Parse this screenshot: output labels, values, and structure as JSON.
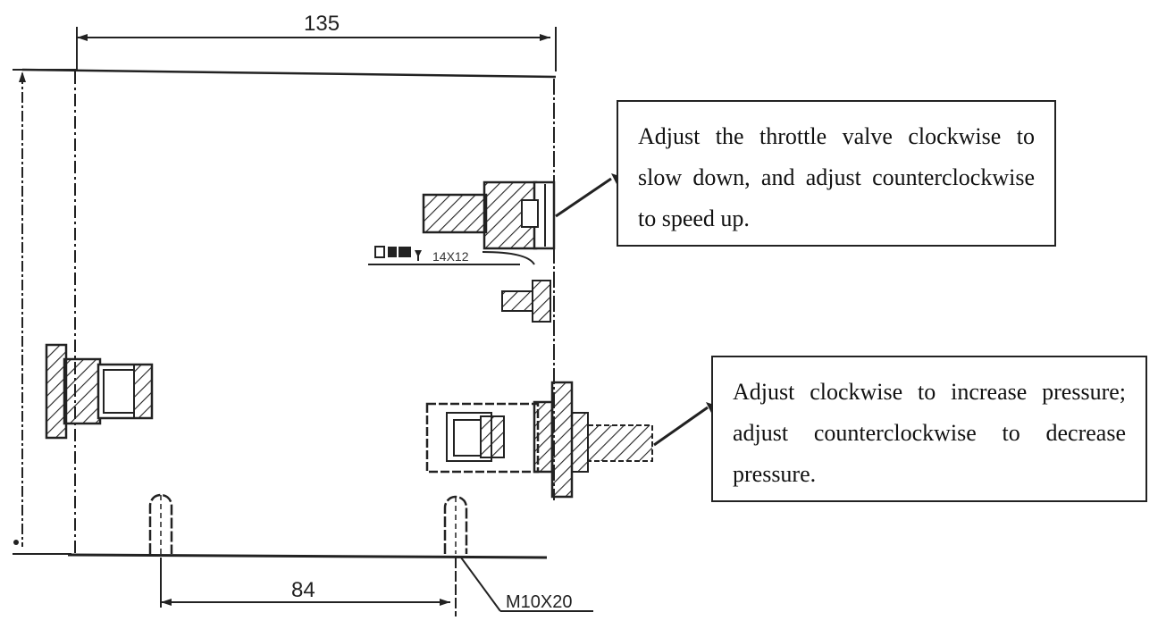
{
  "dimensions": {
    "width_label": "135",
    "hole_spacing_label": "84",
    "thread_label": "M10X20",
    "port_label": "14X12"
  },
  "callouts": {
    "throttle": "Adjust the throttle valve clockwise to slow down, and adjust counterclockwise to speed up.",
    "pressure": "Adjust clockwise to increase pressure; adjust counterclockwise to decrease pressure."
  },
  "colors": {
    "line": "#222222",
    "background": "#ffffff"
  }
}
